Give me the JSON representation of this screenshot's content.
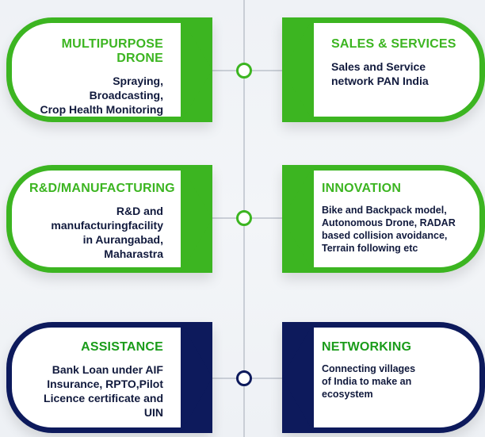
{
  "cards": [
    {
      "title": "MULTIPURPOSE DRONE",
      "desc": "Spraying,\nBroadcasting,\nCrop Health Monitoring"
    },
    {
      "title": "SALES & SERVICES",
      "desc": "Sales and Service\nnetwork PAN India"
    },
    {
      "title": "R&D/MANUFACTURING",
      "desc": "R&D and\nmanufacturingfacility\nin Aurangabad,\nMaharastra"
    },
    {
      "title": "INNOVATION",
      "desc": "Bike and Backpack model,\nAutonomous Drone, RADAR\nbased collision avoidance,\nTerrain following etc"
    },
    {
      "title": "ASSISTANCE",
      "desc": "Bank Loan under AIF\nInsurance, RPTO,Pilot\nLicence certificate and\nUIN"
    },
    {
      "title": "NETWORKING",
      "desc": "Connecting villages\nof India to make an\necosystem"
    }
  ],
  "colors": {
    "green": "#3cb521",
    "navy": "#0d1a5c",
    "text": "#111a3d"
  }
}
